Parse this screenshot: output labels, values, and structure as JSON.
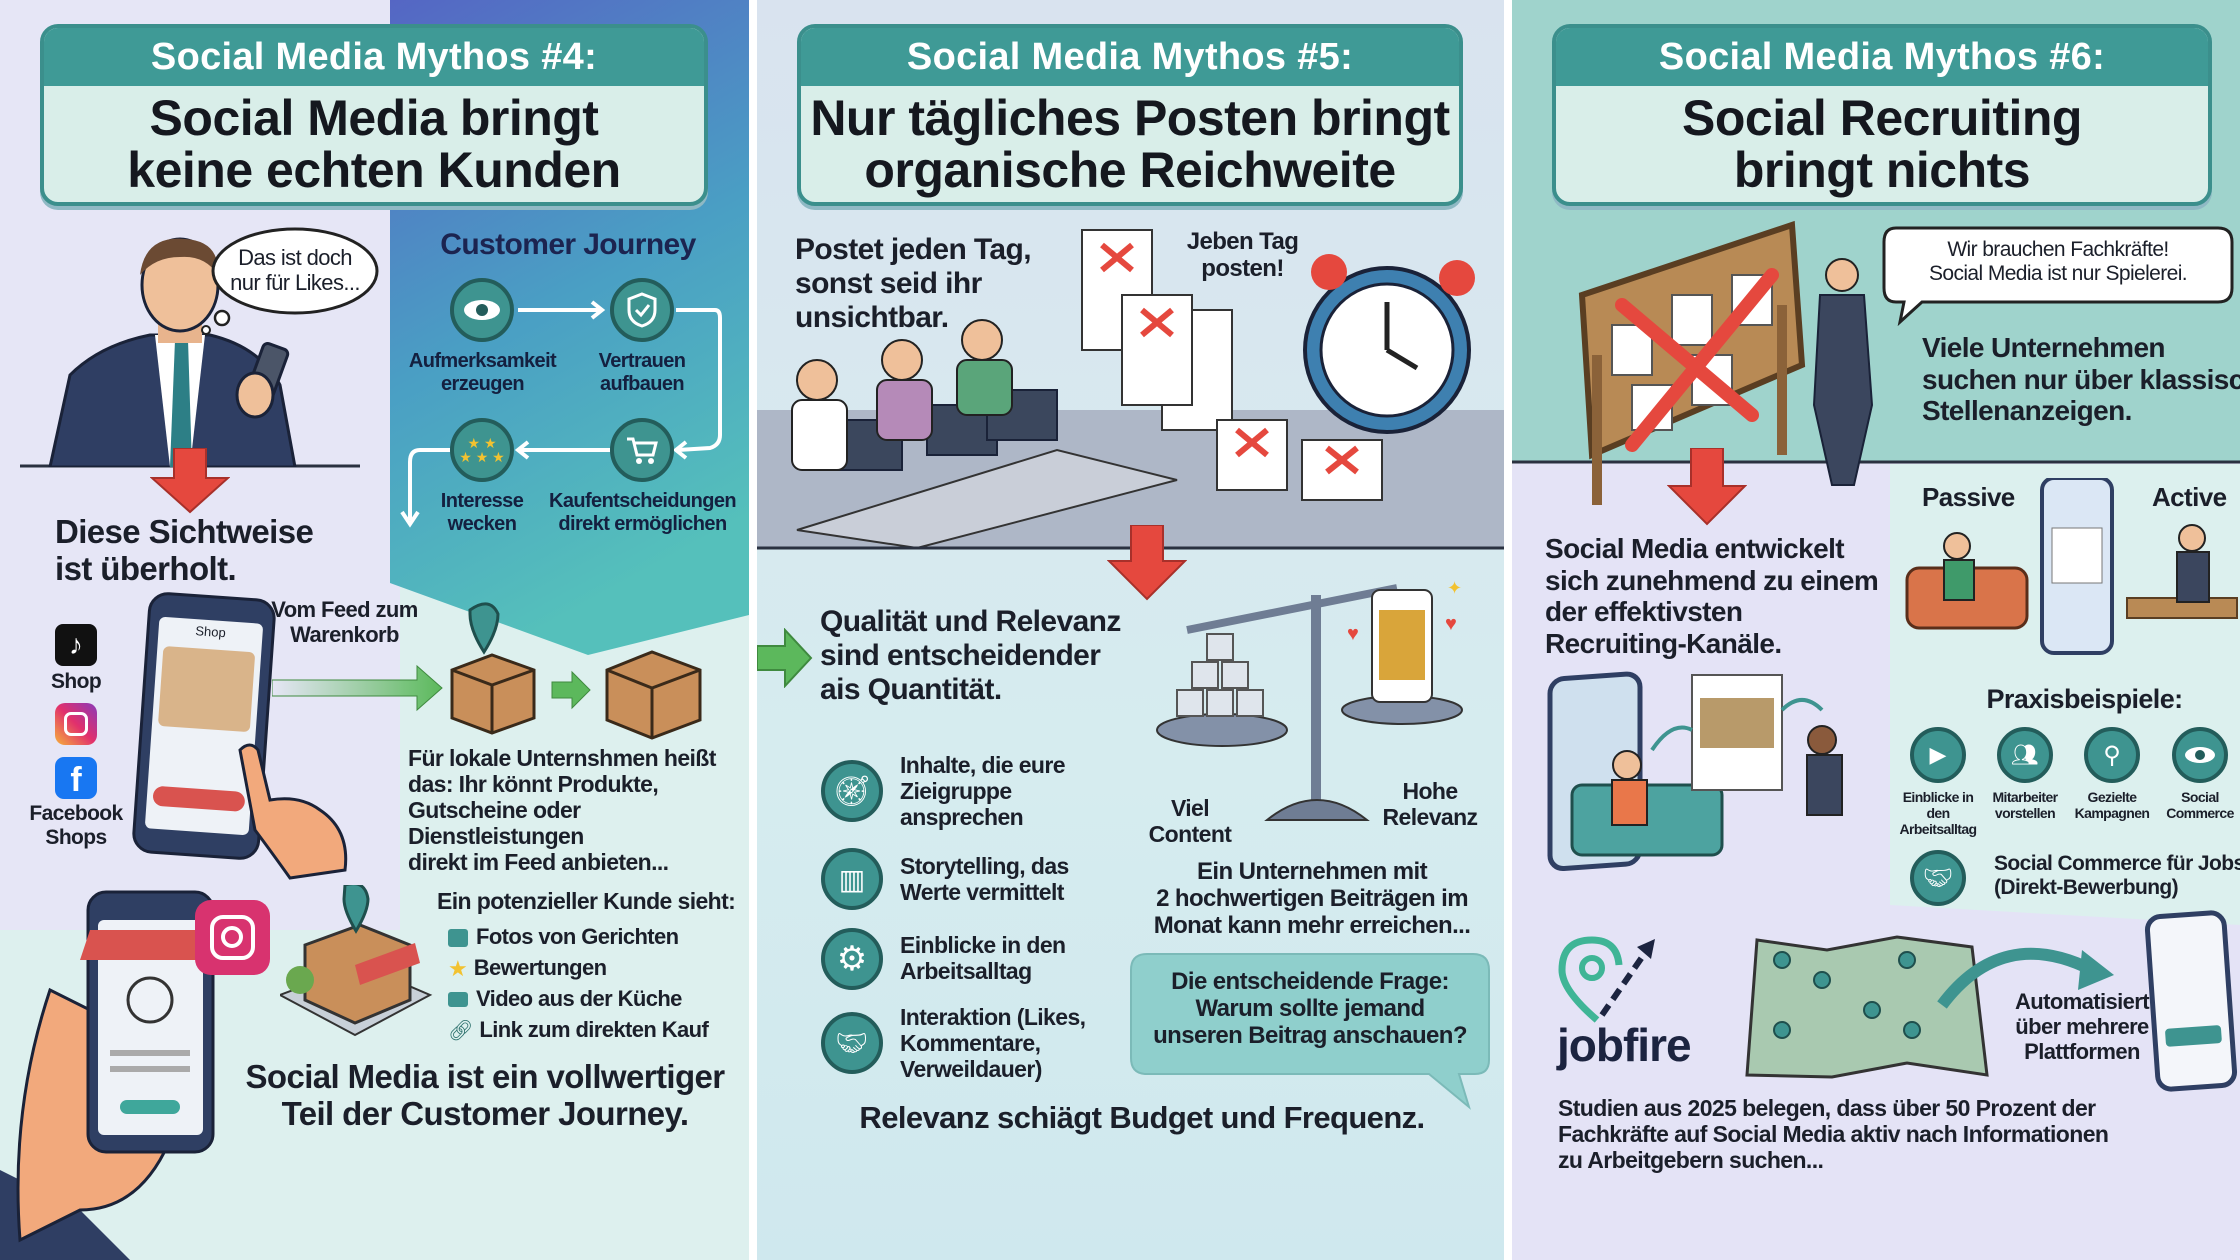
{
  "colors": {
    "teal": "#3f9a96",
    "title_box": "#d9eee9",
    "red_arrow": "#e5483e",
    "green_arrow": "#5cb85c",
    "blue_band": "#5a6fc8",
    "lavender": "#e6e6f6",
    "mint": "#ddf0ee"
  },
  "panel1": {
    "header": "Social Media Mythos #4:",
    "title": "Social Media bringt\nkeine echten Kunden",
    "thought_bubble": "Das ist doch\nnur für Likes...",
    "conclusion": "Diese Sichtweise\nist überholt.",
    "journey": {
      "title": "Customer Journey",
      "steps": [
        {
          "icon": "eye-icon",
          "label": "Aufmerksamkeit\nerzeugen"
        },
        {
          "icon": "shield-check-icon",
          "label": "Vertrauen\naufbauen"
        },
        {
          "icon": "stars-icon",
          "label": "Interesse\nwecken"
        },
        {
          "icon": "cart-icon",
          "label": "Kaufentscheidungen\ndirekt ermöglichen"
        }
      ]
    },
    "platforms": [
      {
        "icon": "tiktok-icon",
        "label": "Shop"
      },
      {
        "icon": "instagram-icon",
        "label": ""
      },
      {
        "icon": "facebook-icon",
        "label": "Facebook\nShops"
      }
    ],
    "phone_screen_title": "Shop",
    "feed_label": "Vom Feed zum\nWarenkorb",
    "local_text": "Für lokale Unternshmen heißt\ndas: Ihr könnt Produkte,\nGutscheine oder Dienstleistungen\ndirekt im Feed anbieten...",
    "customer_sees": {
      "title": "Ein potenzieller Kunde sieht:",
      "items": [
        {
          "icon": "photo-icon",
          "label": "Fotos von Gerichten"
        },
        {
          "icon": "star-icon",
          "label": "Bewertungen"
        },
        {
          "icon": "video-camera-icon",
          "label": "Video aus der Küche"
        },
        {
          "icon": "link-icon",
          "label": "Link zum direkten Kauf"
        }
      ]
    },
    "closing": "Social Media ist ein vollwertiger\nTeil der Customer Journey."
  },
  "panel2": {
    "header": "Social Media Mythos #5:",
    "title": "Nur tägliches Posten bringt\norganische Reichweite",
    "claim": "Postet jeden Tag,\nsonst seid ihr\nunsichtbar.",
    "calendar_label": "Jeben Tag\nposten!",
    "thesis": "Qualität und Relevanz\nsind entscheidender\nais Quantität.",
    "points": [
      {
        "icon": "compass-icon",
        "label": "Inhalte, die eure\nZieigruppe\nansprechen"
      },
      {
        "icon": "book-icon",
        "label": "Storytelling, das\nWerte vermittelt"
      },
      {
        "icon": "gear-icon",
        "label": "Einblicke in den\nArbeitsalltag"
      },
      {
        "icon": "handshake-chat-icon",
        "label": "Interaktion (Likes,\nKommentare,\nVerweildauer)"
      }
    ],
    "scale_left": "Viel\nContent",
    "scale_right": "Hohe\nRelevanz",
    "example": "Ein Unternehmen mit\n2 hochwertigen Beiträgen im\nMonat kann mehr erreichen...",
    "question": "Die entscheidende Frage:\nWarum sollte jemand\nunseren Beitrag anschauen?",
    "closing": "Relevanz schiägt Budget und Frequenz."
  },
  "panel3": {
    "header": "Social Media Mythos #6:",
    "title": "Social Recruiting\nbringt nichts",
    "speech": "Wir brauchen Fachkräfte!\nSocial Media ist nur Spielerei.",
    "status_quo": "Viele Unternehmen\nsuchen nur über klassische\nStellenanzeigen.",
    "trend": "Social Media entwickelt\nsich zunehmend zu einem\nder effektivsten\nRecruiting-Kanäle.",
    "passive": "Passive",
    "active": "Active",
    "examples_title": "Praxisbeispiele:",
    "examples": [
      {
        "icon": "play-video-icon",
        "label": "Einblicke in den\nArbeitsalltag"
      },
      {
        "icon": "team-icon",
        "label": "Mitarbeiter\nvorstellen"
      },
      {
        "icon": "location-pin-icon",
        "label": "Gezielte\nKampagnen"
      },
      {
        "icon": "eye-icon",
        "label": "Social\nCommerce"
      }
    ],
    "social_commerce": "Social Commerce für Jobs\n(Direkt-Bewerbung)",
    "logo": "jobfire",
    "automation": "Automatisiert\nüber mehrere\nPlattformen",
    "study": "Studien aus 2025 belegen, dass über 50 Prozent der\nFachkräfte auf Social Media aktiv nach Informationen\nzu Arbeitgebern suchen..."
  }
}
